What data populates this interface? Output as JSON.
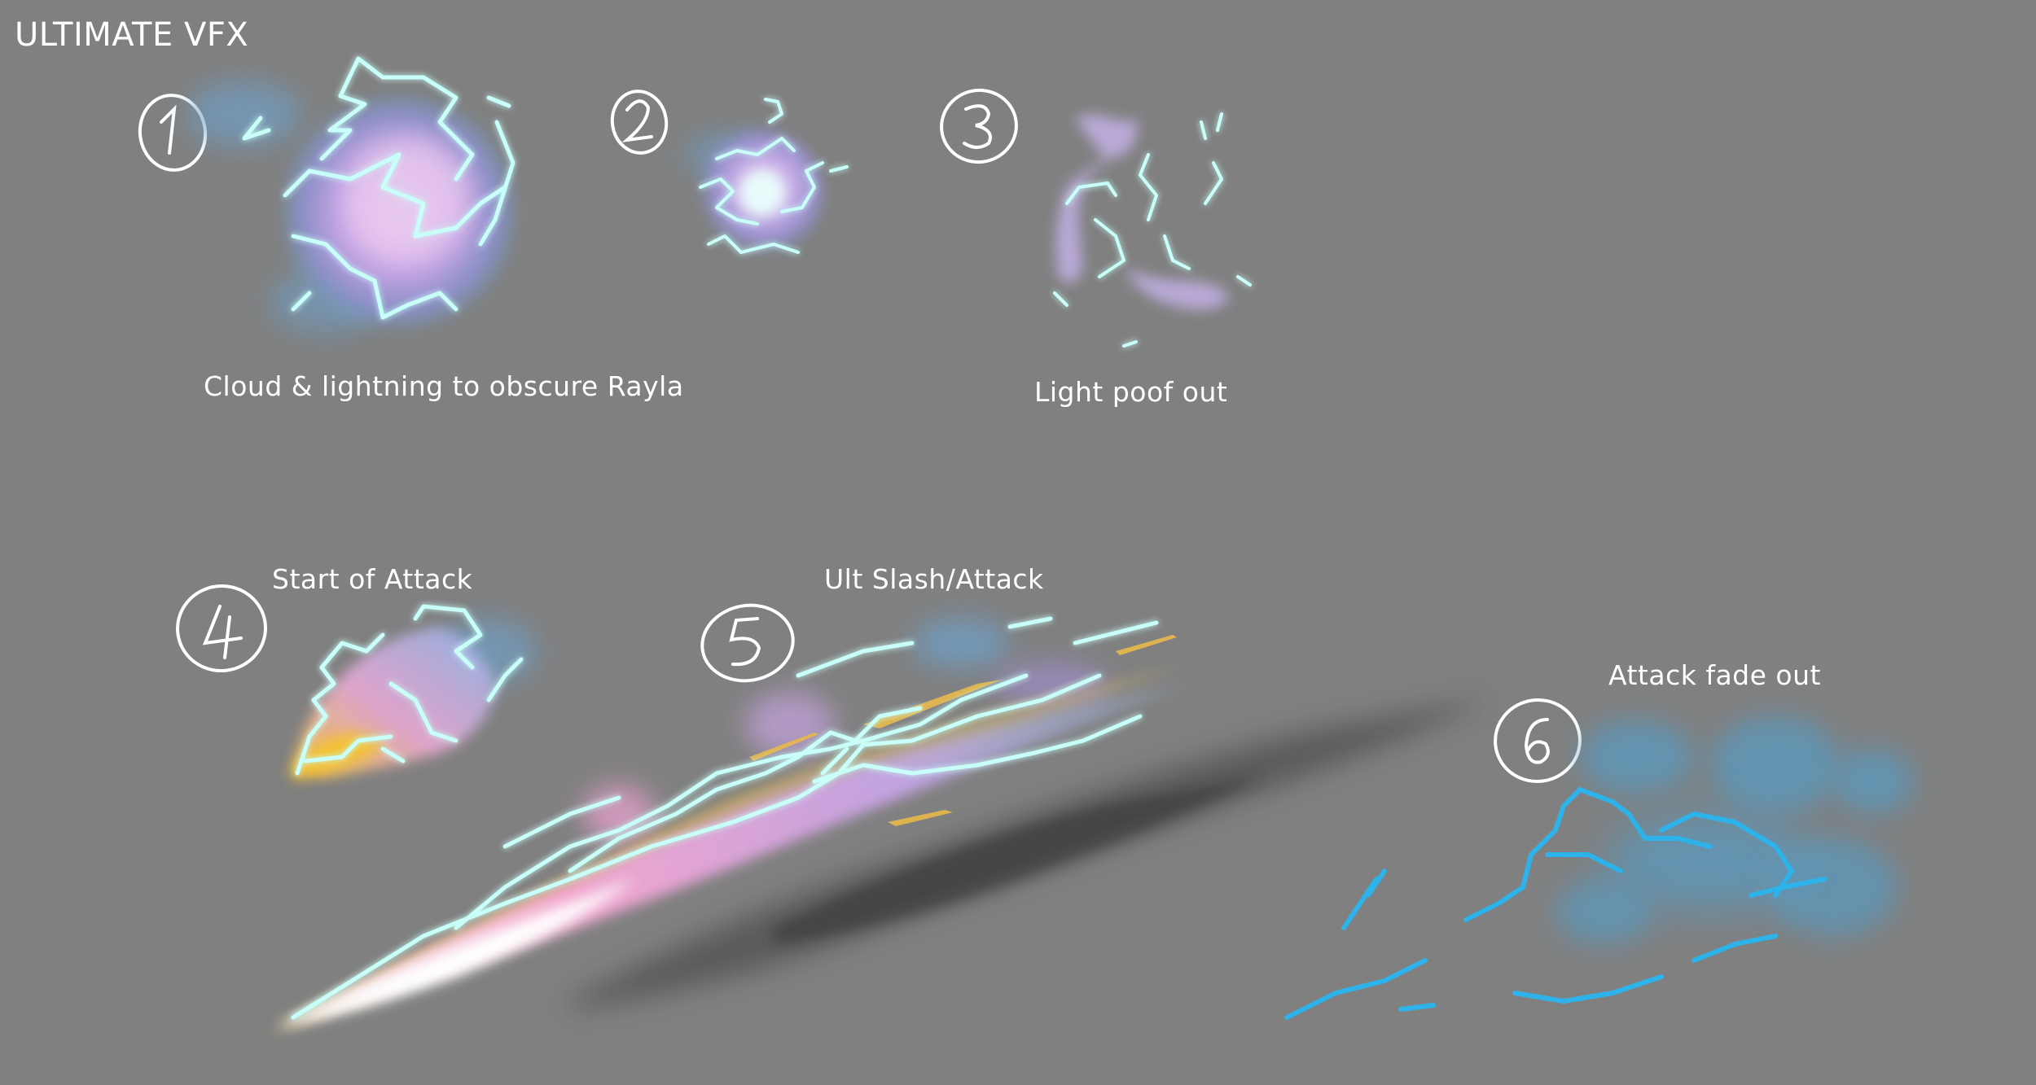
{
  "title": "ULTIMATE VFX",
  "colors": {
    "background": "#808080",
    "cloud_purple": "#c8a9e0",
    "cloud_pink": "#e8a6d8",
    "lightning_cyan": "#b8fff6",
    "slash_gold": "#e8b84a",
    "smoke_gray": "#4a4a4a",
    "fade_blue": "#2eb2ea",
    "fade_smoke": "#5f97b8"
  },
  "frames": [
    {
      "number": "1",
      "caption": "Cloud & lightning to obscure Rayla"
    },
    {
      "number": "2",
      "caption": ""
    },
    {
      "number": "3",
      "caption": "Light poof out"
    },
    {
      "number": "4",
      "caption": "Start of Attack"
    },
    {
      "number": "5",
      "caption": "Ult Slash/Attack"
    },
    {
      "number": "6",
      "caption": "Attack fade out"
    }
  ]
}
